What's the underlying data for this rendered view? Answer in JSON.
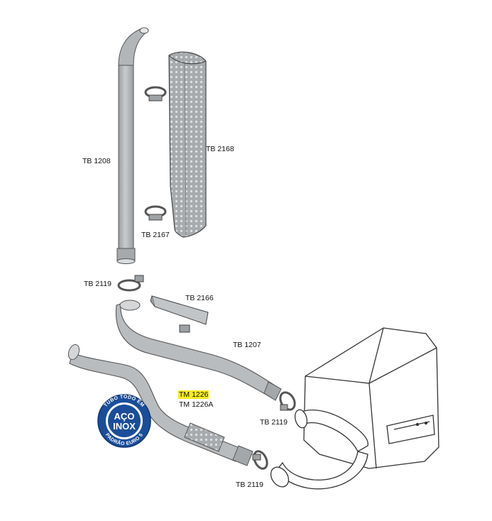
{
  "parts": {
    "tb1208": "TB 1208",
    "tb2168": "TB 2168",
    "tb2167": "TB 2167",
    "tb2119_top": "TB 2119",
    "tb2166": "TB 2166",
    "tb1207": "TB 1207",
    "tm1226": "TM 1226",
    "tm1226a": "TM 1226A",
    "tb2119_mid": "TB 2119",
    "tb2119_bottom": "TB 2119"
  },
  "badge": {
    "top_text": "TUBO TODO EM",
    "line1": "AÇO",
    "line2": "INOX",
    "bottom_text": "PADRÃO EURO 5"
  },
  "colors": {
    "pipe": "#b9bcbf",
    "pipe_dark": "#8f9397",
    "outline": "#3a3a3a",
    "highlight": "#f7ec1b",
    "badge_blue": "#1a4e9a"
  }
}
